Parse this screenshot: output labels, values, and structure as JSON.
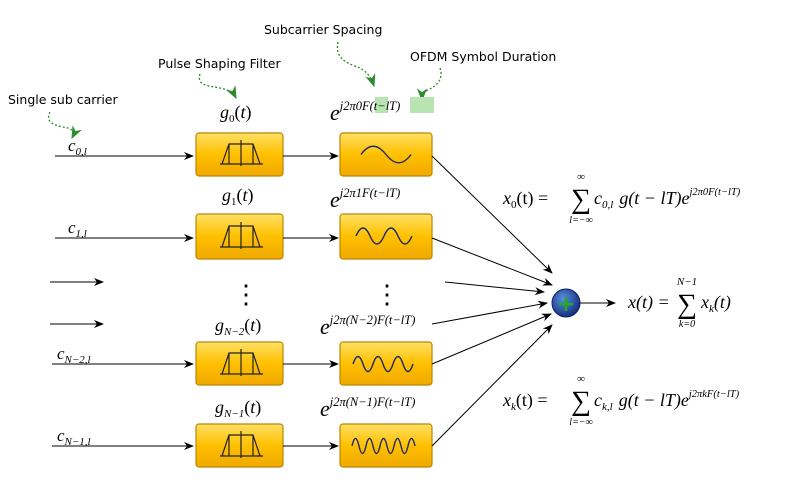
{
  "annotations": {
    "single_sub_carrier": "Single sub carrier",
    "pulse_shaping_filter": "Pulse Shaping Filter",
    "subcarrier_spacing": "Subcarrier Spacing",
    "ofdm_symbol_duration": "OFDM Symbol Duration"
  },
  "rows": [
    {
      "input": "c",
      "input_sub": "0,l",
      "filter": "g",
      "filter_sub": "0",
      "exp": "j2π0F(t−lT)"
    },
    {
      "input": "c",
      "input_sub": "1,l",
      "filter": "g",
      "filter_sub": "1",
      "exp": "j2π1F(t−lT)"
    },
    {
      "input": "c",
      "input_sub": "N−2,l",
      "filter": "g",
      "filter_sub": "N−2",
      "exp": "j2π(N−2)F(t−lT)"
    },
    {
      "input": "c",
      "input_sub": "N−1,l",
      "filter": "g",
      "filter_sub": "N−1",
      "exp": "j2π(N−1)F(t−lT)"
    }
  ],
  "equations": {
    "x0": {
      "lhs": "x",
      "lhs_sub": "0",
      "lhs_arg": "(t) =",
      "sum_top": "∞",
      "sum_bottom": "l=−∞",
      "term_c": "c",
      "term_c_sub": "0,l",
      "term_g": "g(t − lT)e",
      "term_exp": "j2π0F(t−lT)"
    },
    "xk": {
      "lhs": "x",
      "lhs_sub": "k",
      "lhs_arg": "(t) =",
      "sum_top": "∞",
      "sum_bottom": "l=−∞",
      "term_c": "c",
      "term_c_sub": "k,l",
      "term_g": "g(t − lT)e",
      "term_exp": "j2πkF(t−lT)"
    },
    "total": {
      "lhs": "x(t) =",
      "sum_top": "N−1",
      "sum_bottom": "k=0",
      "term": "x",
      "term_sub": "k",
      "term_arg": "(t)"
    }
  },
  "ellipsis": "⋮",
  "exp_base": "e",
  "adder_symbol": "+",
  "colors": {
    "block_fill": "#ffc000",
    "block_fill_light": "#ffd84d",
    "block_stroke": "#b98800",
    "sine_stroke": "#1f2a6b",
    "annotation_arrow": "#2e8b2e",
    "highlight": "#b7e4b0",
    "adder_blue": "#1a3e9a",
    "adder_green": "#22aa22"
  }
}
